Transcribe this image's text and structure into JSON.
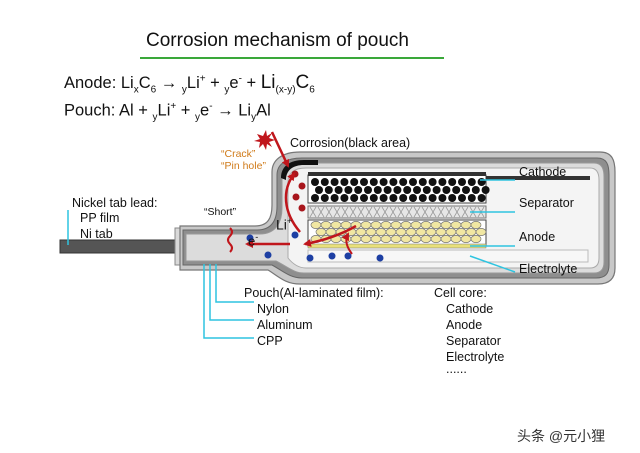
{
  "title": "Corrosion mechanism of pouch",
  "equations": {
    "anode": {
      "prefix": "Anode: Li",
      "s1": "x",
      "s2": "C",
      "s3": "6",
      "arrow": " → ",
      "y1": "y",
      "li": "Li",
      "plus1": "+",
      "plus2": " + ",
      "y2": "y",
      "e": "e",
      "minus": "-",
      "plus3": " + ",
      "big": "Li",
      "sub_xy": "(x-y)",
      "c": "C",
      "six": "6"
    },
    "pouch": {
      "prefix": "Pouch: Al + ",
      "y1": "y",
      "li": "Li",
      "plus1": "+",
      "plus2": " + ",
      "y2": "y",
      "e": "e",
      "minus": "-",
      "arrow": " → ",
      "liy": "Li",
      "sub_y": "y",
      "al": "Al"
    }
  },
  "labels": {
    "corrosion": "Corrosion(black area)",
    "crack": "“Crack”",
    "pin_hole": "“Pin hole”",
    "short": "“Short”",
    "li_ion": "Li",
    "li_charge": "+",
    "electron": "e",
    "electron_charge": "-",
    "tab_title": "Nickel tab lead:",
    "tab_pp": "PP film",
    "tab_ni": "Ni tab",
    "cathode": "Cathode",
    "separator": "Separator",
    "anode": "Anode",
    "electrolyte": "Electrolyte",
    "pouch_title": "Pouch(Al-laminated film):",
    "pouch_nylon": "Nylon",
    "pouch_aluminum": "Aluminum",
    "pouch_cpp": "CPP",
    "core_title": "Cell core:",
    "core_items": [
      "Cathode",
      "Anode",
      "Separator",
      "Electrolyte",
      "......"
    ]
  },
  "watermark": "头条 @元小狸",
  "colors": {
    "accent_line": "#3aa83a",
    "leader": "#2ec4e0",
    "arrow": "#c0161c",
    "particle_red": "#a8161c",
    "particle_blue": "#1d3fa3",
    "cathode_particle": "#111111",
    "anode_particle": "#f1e7a2",
    "crack_text": "#d07b1a"
  }
}
